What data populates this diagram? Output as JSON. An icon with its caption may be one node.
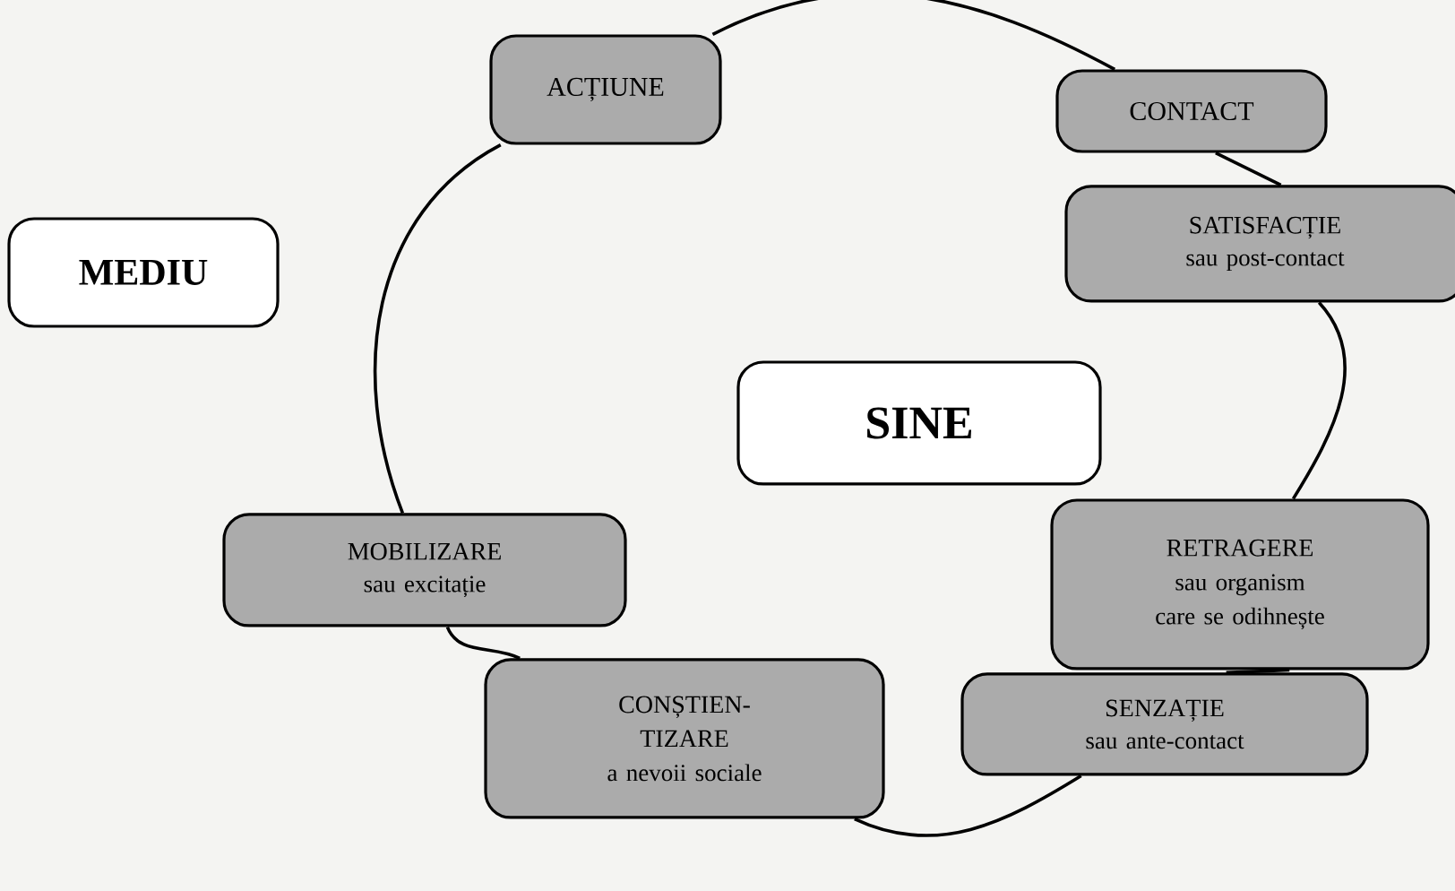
{
  "diagram": {
    "nodes": [
      {
        "text": [
          "MEDIU"
        ]
      },
      {
        "text": [
          "ACȚIUNE"
        ]
      },
      {
        "text": [
          "CONTACT"
        ]
      },
      {
        "text": [
          "SATISFACȚIE",
          "sau post-contact"
        ]
      },
      {
        "text": [
          "SINE"
        ]
      },
      {
        "text": [
          "MOBILIZARE",
          "sau excitație"
        ]
      },
      {
        "text": [
          "RETRAGERE",
          "sau organism care se odihnește"
        ]
      },
      {
        "text": [
          "CONȘTIEN-TIZARE",
          "a nevoii sociale"
        ]
      },
      {
        "text": [
          "SENZAȚIE",
          "sau ante-contact"
        ]
      }
    ],
    "edges": [
      {
        "from": 7,
        "to": 5,
        "arrow": "none"
      },
      {
        "from": 5,
        "to": 1,
        "arrow": "none"
      },
      {
        "from": 1,
        "to": 2,
        "arrow": "none"
      },
      {
        "from": 2,
        "to": 3,
        "arrow": "none"
      },
      {
        "from": 3,
        "to": 6,
        "arrow": "none"
      },
      {
        "from": 6,
        "to": 8,
        "arrow": "none"
      },
      {
        "from": 8,
        "to": 7,
        "arrow": "none"
      }
    ]
  }
}
